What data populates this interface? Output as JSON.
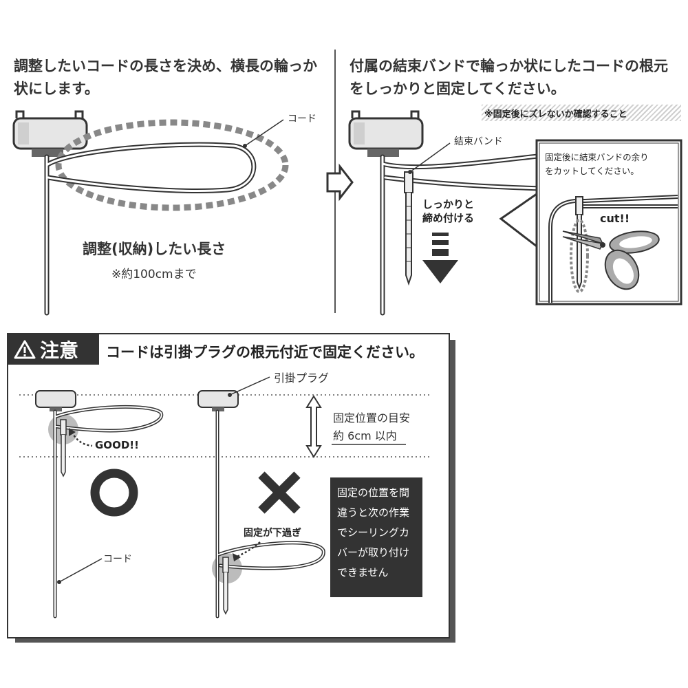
{
  "step1": {
    "instruction": "調整したいコードの長さを決め、横長の輪っか状にします。",
    "cord_label": "コード",
    "length_label": "調整(収納)したい長さ",
    "length_note": "※約100cmまで"
  },
  "step2": {
    "instruction": "付属の結束バンドで輪っか状にしたコードの根元をしっかりと固定してください。",
    "note": "※固定後にズレないか確認すること",
    "band_label": "結束バンド",
    "tighten_line1": "しっかりと",
    "tighten_line2": "締め付ける",
    "inset_text_line1": "固定後に結束バンドの余り",
    "inset_text_line2": "をカットしてください。",
    "cut_label": "cut!!"
  },
  "caution": {
    "badge": "注意",
    "title": "コードは引掛プラグの根元付近で固定ください。",
    "plug_label": "引掛プラグ",
    "good_label": "GOOD!!",
    "position_line1": "固定位置の目安",
    "position_line2": "約 6cm 以内",
    "cord_label": "コード",
    "too_low_label": "固定が下過ぎ",
    "warning_box": "固定の位置を間違うと次の作業でシーリングカバーが取り付けできません"
  }
}
